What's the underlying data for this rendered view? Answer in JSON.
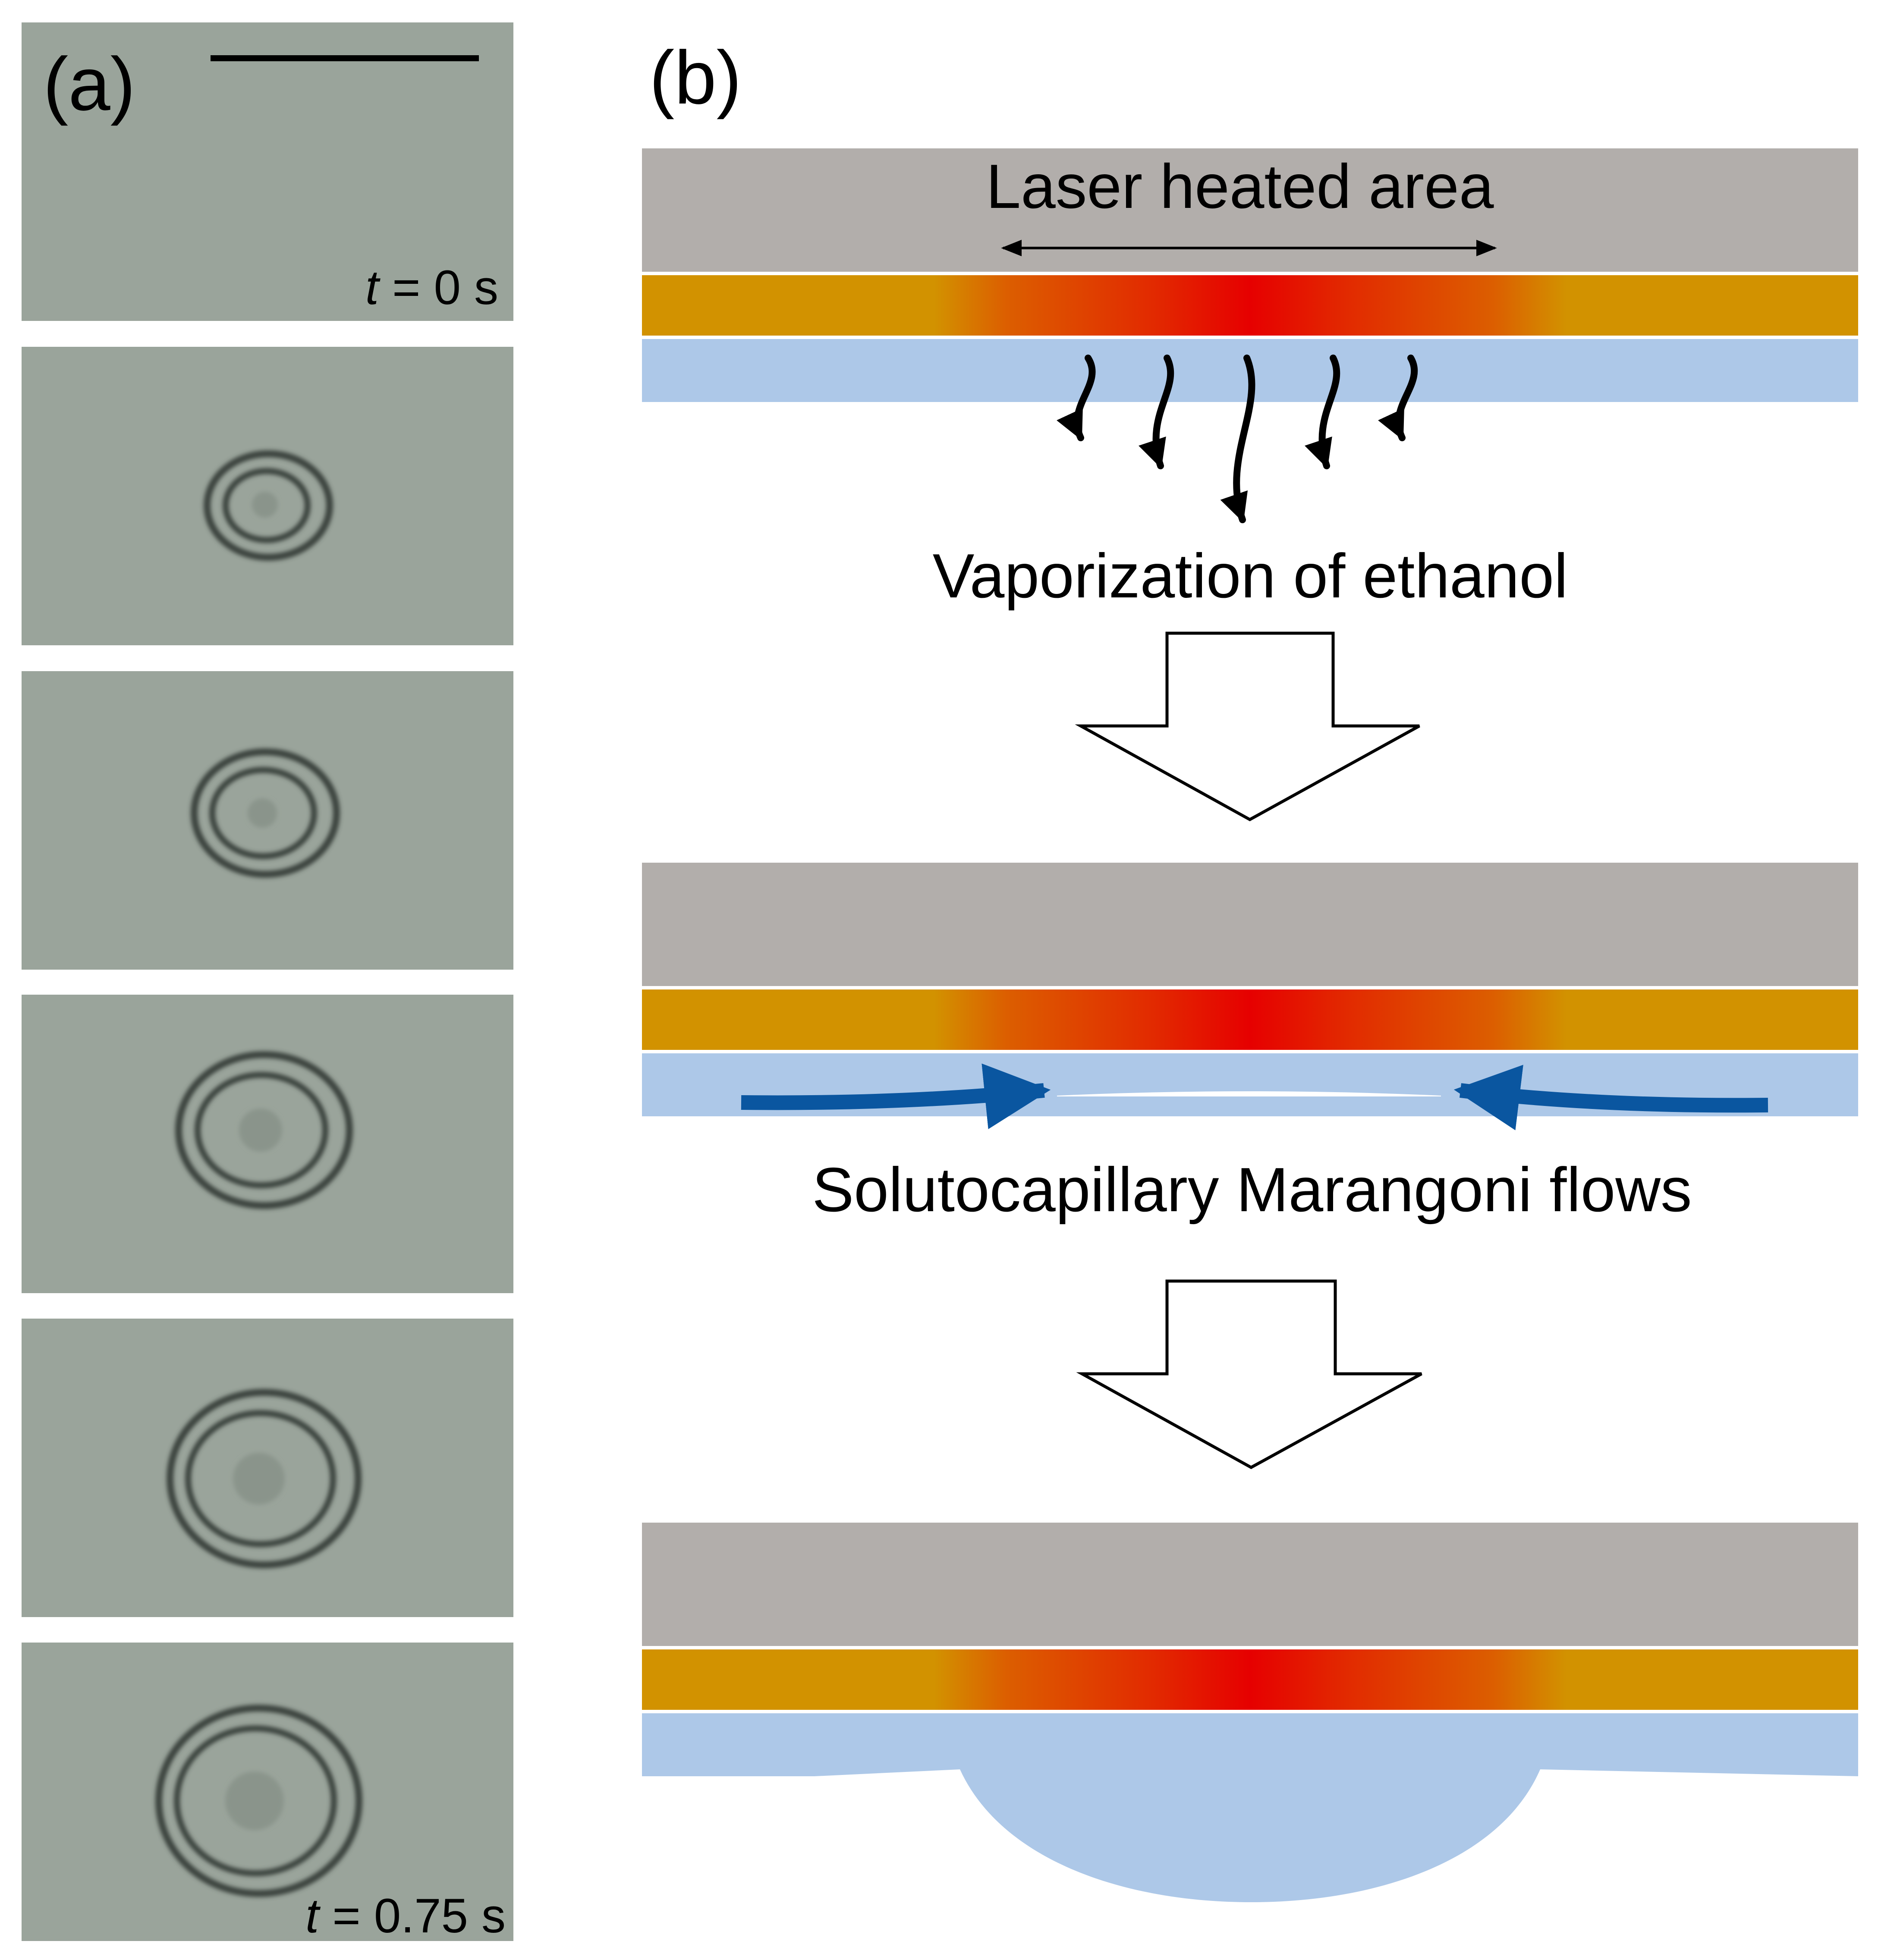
{
  "panel_a": {
    "label": "(a)",
    "first_time": {
      "var": "t",
      "rest": " = 0 s"
    },
    "last_time": {
      "var": "t",
      "rest": " = 0.75 s"
    }
  },
  "panel_b": {
    "label": "(b)",
    "laser_label": "Laser heated area",
    "vaporization_label": "Vaporization of ethanol",
    "flows_label": "Solutocapillary Marangoni flows"
  },
  "colors": {
    "frame_bg": "#9aa49b",
    "substrate": "#b2aeab",
    "absorber": "#d29200",
    "absorber_hot": "#e60000",
    "liquid": "#adc8e8",
    "flow_arrow": "#0a56a0",
    "text": "#000000"
  }
}
